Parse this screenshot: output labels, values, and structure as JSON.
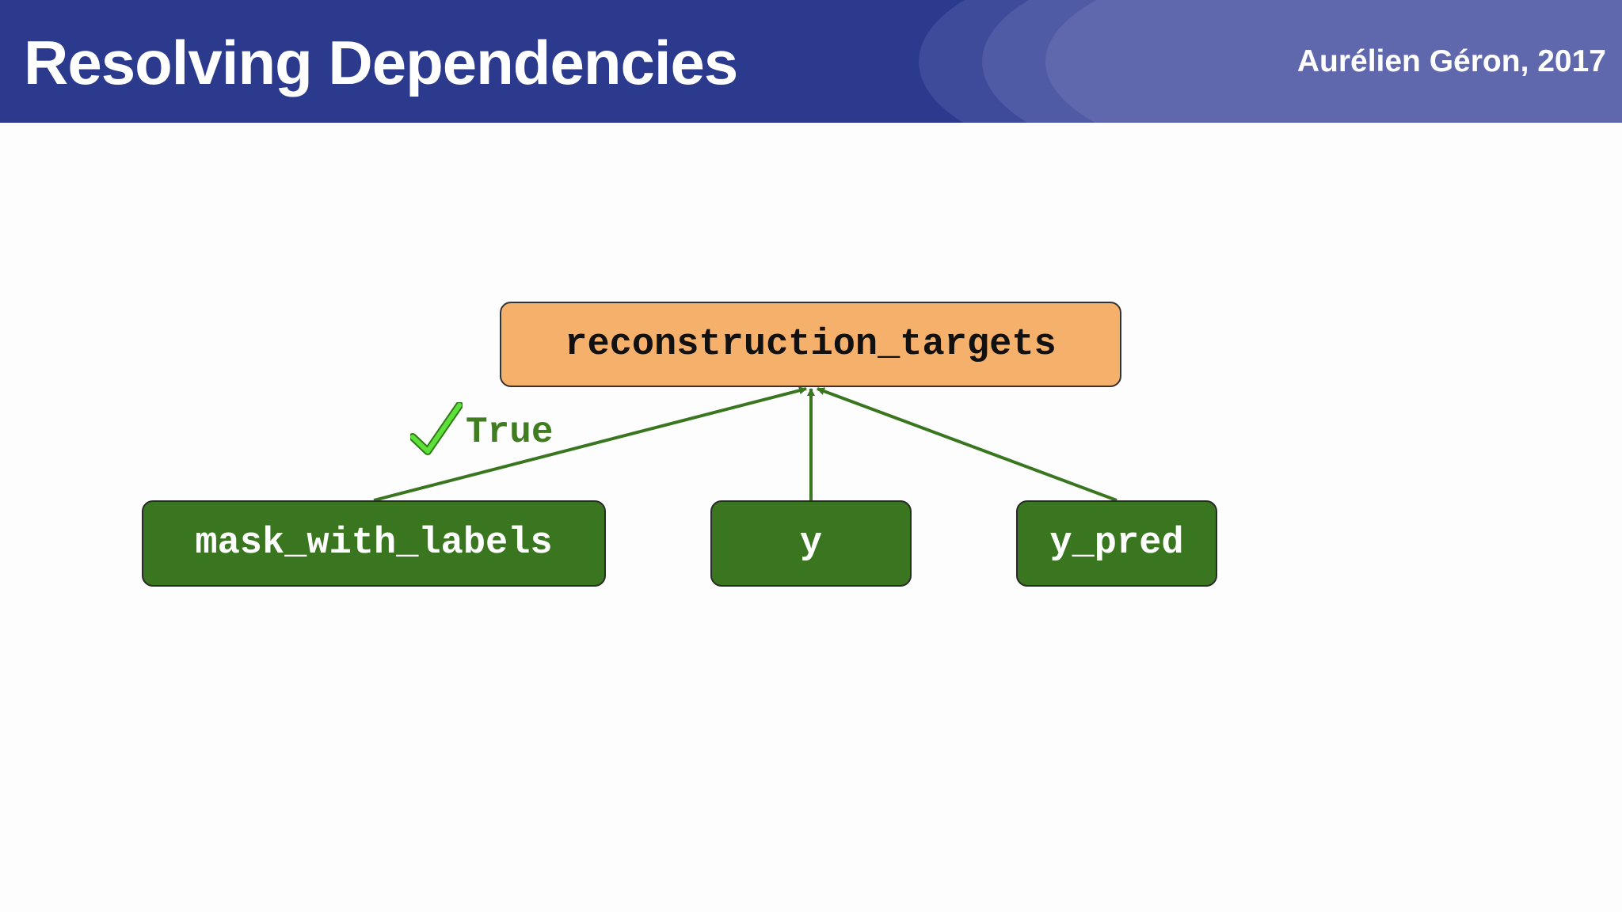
{
  "header": {
    "title": "Resolving Dependencies",
    "author": "Aurélien Géron, 2017"
  },
  "colors": {
    "header_bg": "#2b3a8d",
    "target_node": "#f5b06b",
    "source_node": "#3a7620",
    "edge": "#3a7620",
    "check": "#5ee03a",
    "status_text": "#3f7d20"
  },
  "diagram": {
    "target": {
      "label": "reconstruction_targets"
    },
    "sources": [
      {
        "label": "mask_with_labels"
      },
      {
        "label": "y"
      },
      {
        "label": "y_pred"
      }
    ],
    "edge_status": {
      "icon": "checkmark-icon",
      "label": "True"
    }
  }
}
